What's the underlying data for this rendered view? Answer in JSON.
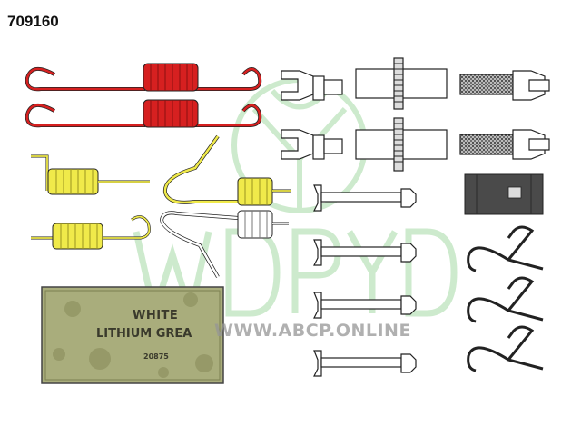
{
  "title": "709160",
  "watermark": {
    "brand": "WDPYD",
    "site": "WWW.ABCP.ONLINE"
  },
  "grease_packet": {
    "line1": "WHITE",
    "line2": "LITHIUM GREA",
    "line3": "20875"
  },
  "colors": {
    "red_spring": "#d62020",
    "yellow_spring": "#f0ea4a",
    "white_spring": "#ffffff",
    "watermark_green": "#9fd89f",
    "outline": "#222222",
    "grease_packet": "#a9ad7c",
    "clip_block": "#4a4a4a"
  },
  "parts": [
    "red-spring-top",
    "red-spring-bottom",
    "yellow-spring-left-top",
    "yellow-spring-left-bottom",
    "yellow-spring-hook-arm",
    "white-spring-hook-arm",
    "grease-packet",
    "adjuster-fork-left",
    "adjuster-body",
    "adjuster-threaded-rod",
    "hold-down-pin",
    "spring-clip",
    "dark-clip-block"
  ]
}
